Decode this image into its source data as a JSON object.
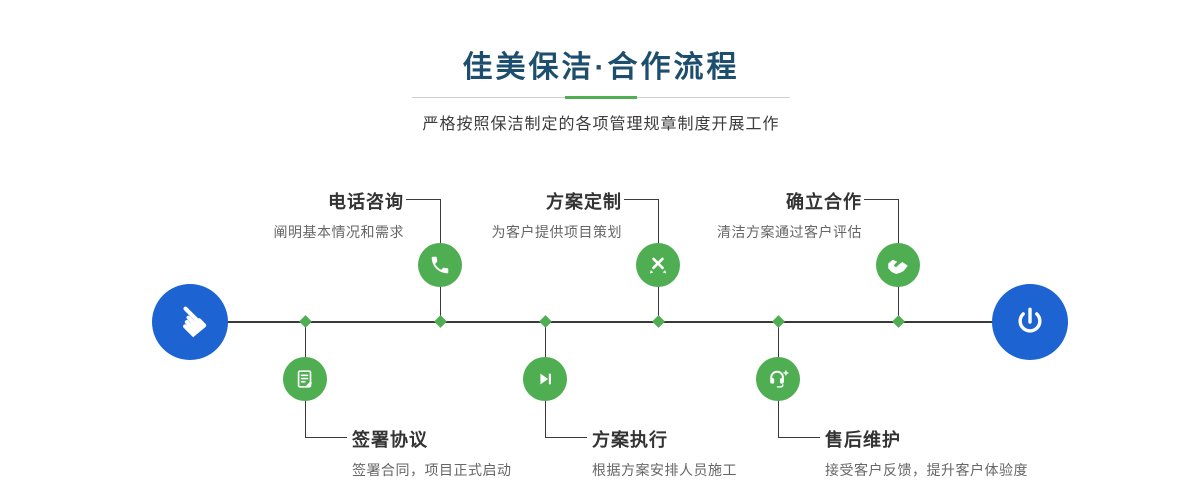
{
  "header": {
    "title": "佳美保洁·合作流程",
    "subtitle": "严格按照保洁制定的各项管理规章制度开展工作"
  },
  "colors": {
    "accent_green": "#4fae52",
    "endpoint_blue": "#1d64d2",
    "title_color": "#1d4e6e",
    "line_color": "#3a3a3a"
  },
  "timeline": {
    "start_icon": "hand-pointer-icon",
    "start_glyph": "☚",
    "end_icon": "power-icon",
    "steps": [
      {
        "title": "电话咨询",
        "desc": "阐明基本情况和需求",
        "icon": "phone-icon",
        "side": "top"
      },
      {
        "title": "签署协议",
        "desc": "签署合同，项目正式启动",
        "icon": "document-icon",
        "side": "bottom"
      },
      {
        "title": "方案定制",
        "desc": "为客户提供项目策划",
        "icon": "design-tools-icon",
        "side": "top"
      },
      {
        "title": "方案执行",
        "desc": "根据方案安排人员施工",
        "icon": "play-icon",
        "side": "bottom"
      },
      {
        "title": "确立合作",
        "desc": "清洁方案通过客户评估",
        "icon": "handshake-icon",
        "side": "top"
      },
      {
        "title": "售后维护",
        "desc": "接受客户反馈，提升客户体验度",
        "icon": "headset-icon",
        "side": "bottom"
      }
    ]
  }
}
